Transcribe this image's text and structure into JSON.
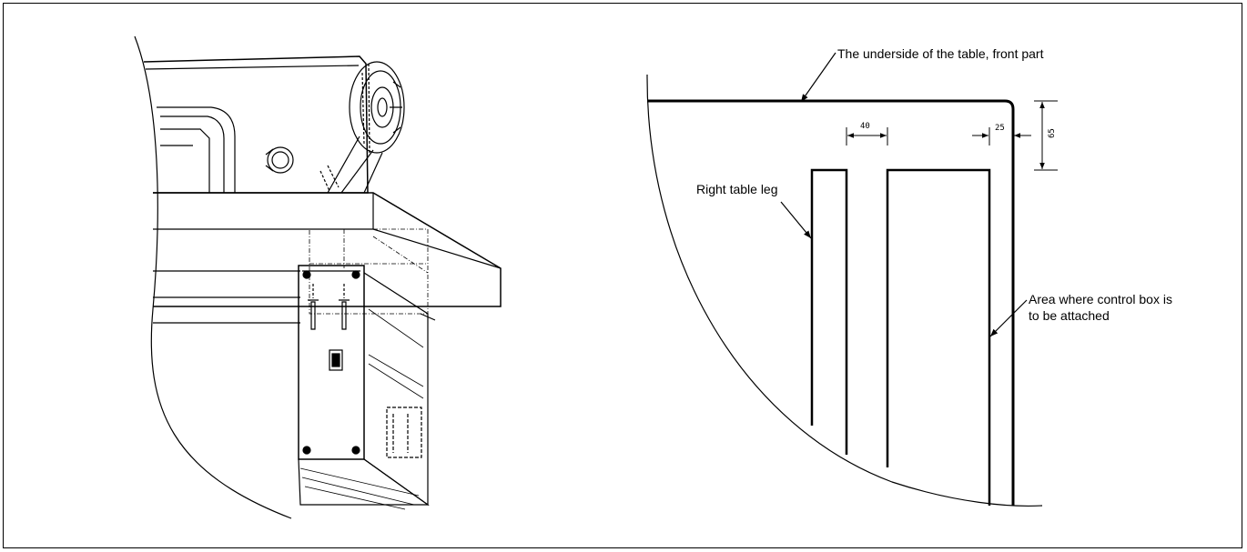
{
  "labels": {
    "table_underside": "The underside of the table, front part",
    "right_leg": "Right table leg",
    "area_line1": "Area where control box is",
    "area_line2": "to be attached"
  },
  "dimensions": {
    "gap_width": "40",
    "edge_offset": "25",
    "depth_offset": "65"
  },
  "colors": {
    "line": "#000000",
    "background": "#ffffff"
  }
}
